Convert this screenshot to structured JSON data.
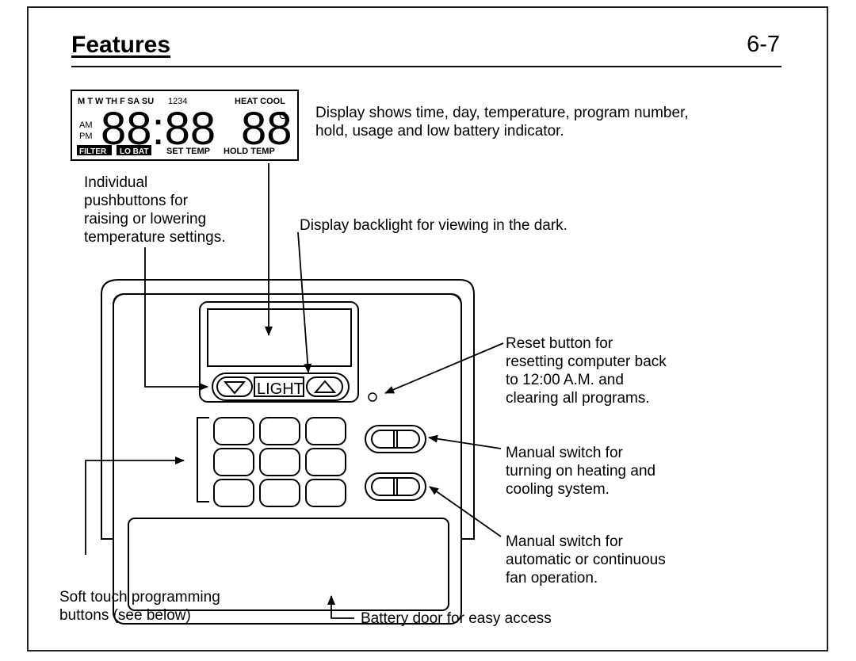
{
  "header": {
    "title": "Features",
    "page_number": "6-7"
  },
  "lcd": {
    "days": "M  T  W  TH  F  SA  SU",
    "program_numbers": "1234",
    "mode": "HEAT COOL",
    "am": "AM",
    "pm": "PM",
    "time": "88:88",
    "temp": "88",
    "unit": "C",
    "filter": "FILTER",
    "lo_bat": "LO BAT",
    "set_temp": "SET TEMP",
    "hold_temp": "HOLD TEMP"
  },
  "thermostat": {
    "light_label": "LIGHT"
  },
  "captions": {
    "display": "Display shows time, day, temperature, program number,\nhold, usage and low battery indicator.",
    "pushbuttons": "Individual\npushbuttons for\nraising or lowering\ntemperature settings.",
    "backlight": "Display backlight for viewing in the dark.",
    "reset": "Reset button for\nresetting computer back\nto 12:00 A.M. and\nclearing all programs.",
    "manual_heat_cool": "Manual switch for\nturning on heating and\ncooling system.",
    "manual_fan": "Manual switch for\nautomatic or continuous\nfan operation.",
    "soft_touch": "Soft touch programming\nbuttons (see below)",
    "battery_door": "Battery door for easy access"
  }
}
